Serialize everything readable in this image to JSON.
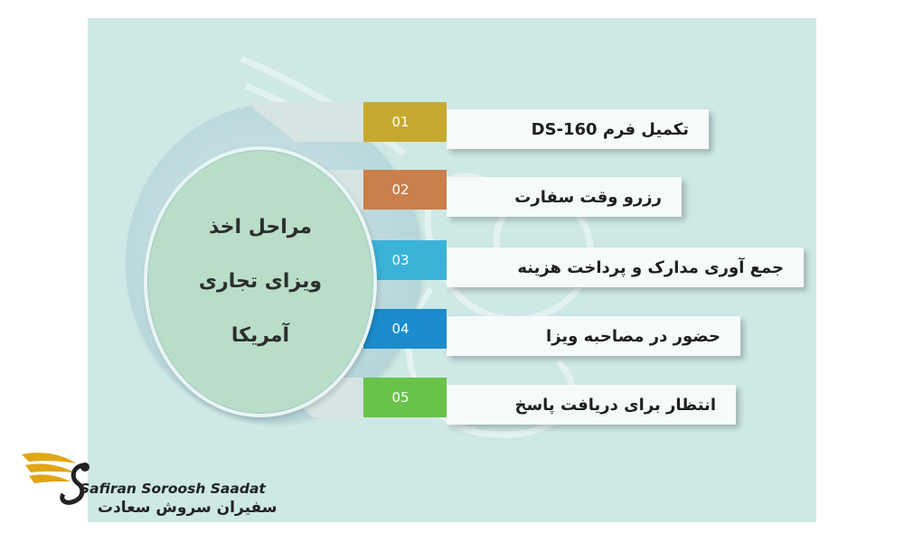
{
  "colors": {
    "panel_bg": "#cde8e5",
    "step_01": "#c6aa2f",
    "step_02": "#c9804a",
    "step_03": "#3bb3d8",
    "step_04": "#1c8ccc",
    "step_05": "#69c34a",
    "center": "#b9ddc7",
    "logo_gold": "#e0a618"
  },
  "center": {
    "line1": "مراحل اخذ",
    "line2": "ویزای تجاری",
    "line3": "آمریکا"
  },
  "steps": [
    {
      "number": "01",
      "label": "تکمیل فرم DS-160"
    },
    {
      "number": "02",
      "label": "رزرو وقت سفارت"
    },
    {
      "number": "03",
      "label": "جمع آوری مدارک و پرداخت هزینه"
    },
    {
      "number": "04",
      "label": "حضور در مصاحبه ویزا"
    },
    {
      "number": "05",
      "label": "انتظار برای دریافت پاسخ"
    }
  ],
  "logo": {
    "english": "Safiran Soroosh Saadat",
    "persian": "سفیران سروش سعادت"
  }
}
